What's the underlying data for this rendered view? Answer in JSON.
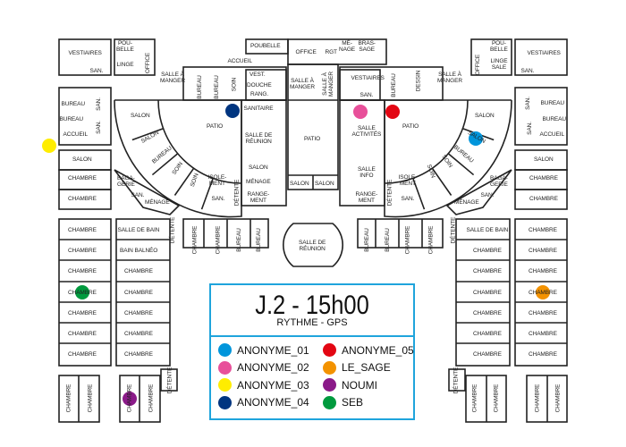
{
  "title": "J.2 - 15h00",
  "subtitle": "RYTHME - GPS",
  "colors": {
    "frame": "#1fa4dc"
  },
  "legend": [
    {
      "name": "ANONYME_01",
      "color": "#0095db"
    },
    {
      "name": "ANONYME_02",
      "color": "#e8509a"
    },
    {
      "name": "ANONYME_03",
      "color": "#ffed00"
    },
    {
      "name": "ANONYME_04",
      "color": "#003580"
    },
    {
      "name": "ANONYME_05",
      "color": "#e30613"
    },
    {
      "name": "LE_SAGE",
      "color": "#f39200"
    },
    {
      "name": "NOUMI",
      "color": "#8b1a89"
    },
    {
      "name": "SEB",
      "color": "#009a3e"
    }
  ],
  "rooms": [
    "VESTIAIRES",
    "SAN.",
    "POU-\nBELLE",
    "LINGE",
    "OFFICE",
    "SALLE À\nMANGER",
    "POUBELLE",
    "OFFICE",
    "RGT",
    "MÉ-\nNAGE",
    "BRAS-\nSAGE",
    "ACCUEIL",
    "BUREAU",
    "BUREAU",
    "SOIN",
    "VEST.",
    "DOUCHE",
    "RANG.",
    "SANITAIRE",
    "SALLE À\nMANGER",
    "SALLE À\nMANGER",
    "PATIO",
    "PATIO",
    "SALLE DE\nRÉUNION",
    "SALON",
    "MÉNAGE",
    "RANGE-\nMENT",
    "SALON",
    "SALON",
    "SALON",
    "SALON",
    "BUREAU",
    "SOIN",
    "SOIN",
    "ISOLE-\nMENT",
    "SAN.",
    "DÉTENTE",
    "BAGA-\nGERIE",
    "SAN.",
    "MÉNAGE",
    "BUREAU",
    "SAN.",
    "BUREAU",
    "SAN.",
    "ACCUEIL",
    "SALON",
    "CHAMBRE",
    "CHAMBRE",
    "CHAMBRE",
    "CHAMBRE",
    "CHAMBRE",
    "CHAMBRE",
    "CHAMBRE",
    "CHAMBRE",
    "CHAMBRE",
    "SALLE DE BAIN",
    "BAIN BALNÉO",
    "CHAMBRE",
    "CHAMBRE",
    "CHAMBRE",
    "CHAMBRE",
    "CHAMBRE",
    "CHAMBRE",
    "CHAMBRE",
    "CHAMBRE",
    "CHAMBRE",
    "DÉTENTE",
    "DÉTENTE",
    "CHAMBRE",
    "CHAMBRE",
    "BUREAU",
    "BUREAU",
    "SALLE DE\nRÉUNION",
    "BUREAU",
    "BUREAU",
    "CHAMBRE",
    "CHAMBRE",
    "DÉTENTE",
    "SALLE DE BAIN",
    "CHAMBRE",
    "CHAMBRE",
    "CHAMBRE",
    "CHAMBRE",
    "CHAMBRE",
    "CHAMBRE",
    "CHAMBRE",
    "CHAMBRE",
    "CHAMBRE",
    "CHAMBRE",
    "CHAMBRE",
    "CHAMBRE",
    "CHAMBRE",
    "DÉTENTE",
    "CHAMBRE",
    "CHAMBRE",
    "CHAMBRE",
    "CHAMBRE",
    "VESTIAIRES",
    "SAN.",
    "BUREAU",
    "DESSIN",
    "SALLE À\nMANGER",
    "OFFICE",
    "POU-\nBELLE",
    "LINGE\nSALE",
    "VESTIAIRES",
    "SAN.",
    "SALLE\nACTIVITÉS",
    "SALLE\nINFO",
    "RANGE-\nMENT",
    "DÉTENTE",
    "ISOLE-\nMENT",
    "SAN.",
    "SOIN",
    "SOIN",
    "BUREAU",
    "SALON",
    "SALON",
    "PATIO",
    "BAGA-\nGERIE",
    "SAN.",
    "MÉNAGE",
    "SAN.",
    "BUREAU",
    "BUREAU",
    "SAN.",
    "ACCUEIL",
    "SALON",
    "CHAMBRE",
    "CHAMBRE"
  ]
}
